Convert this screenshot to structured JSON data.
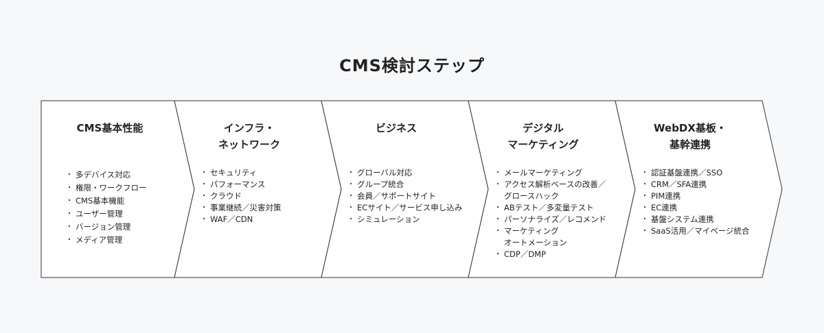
{
  "title": "CMS検討ステップ",
  "steps": [
    {
      "title": "CMS基本性能",
      "items": [
        "多デバイス対応",
        "権限・ワークフロー",
        "CMS基本機能",
        "ユーザー管理",
        "バージョン管理",
        "メディア管理"
      ]
    },
    {
      "title": "インフラ・\nネットワーク",
      "items": [
        "セキュリティ",
        "パフォーマンス",
        "クラウド",
        "事業継続／災害対策",
        "WAF／CDN"
      ]
    },
    {
      "title": "ビジネス",
      "items": [
        "グローバル対応",
        "グループ統合",
        "会員／サポートサイト",
        "ECサイト／サービス申し込み",
        "シミュレーション"
      ]
    },
    {
      "title": "デジタル\nマーケティング",
      "items": [
        "メールマーケティング",
        "アクセス解析ベースの改善／\nグロースハック",
        "ABテスト／多変量テスト",
        "パーソナライズ／レコメンド",
        "マーケティング\nオートメーション",
        "CDP／DMP"
      ]
    },
    {
      "title": "WebDX基板・\n基幹連携",
      "items": [
        "認証基盤連携／SSO",
        "CRM／SFA連携",
        "PIM連携",
        "EC連携",
        "基盤システム連携",
        "SaaS活用／マイページ統合"
      ]
    }
  ]
}
